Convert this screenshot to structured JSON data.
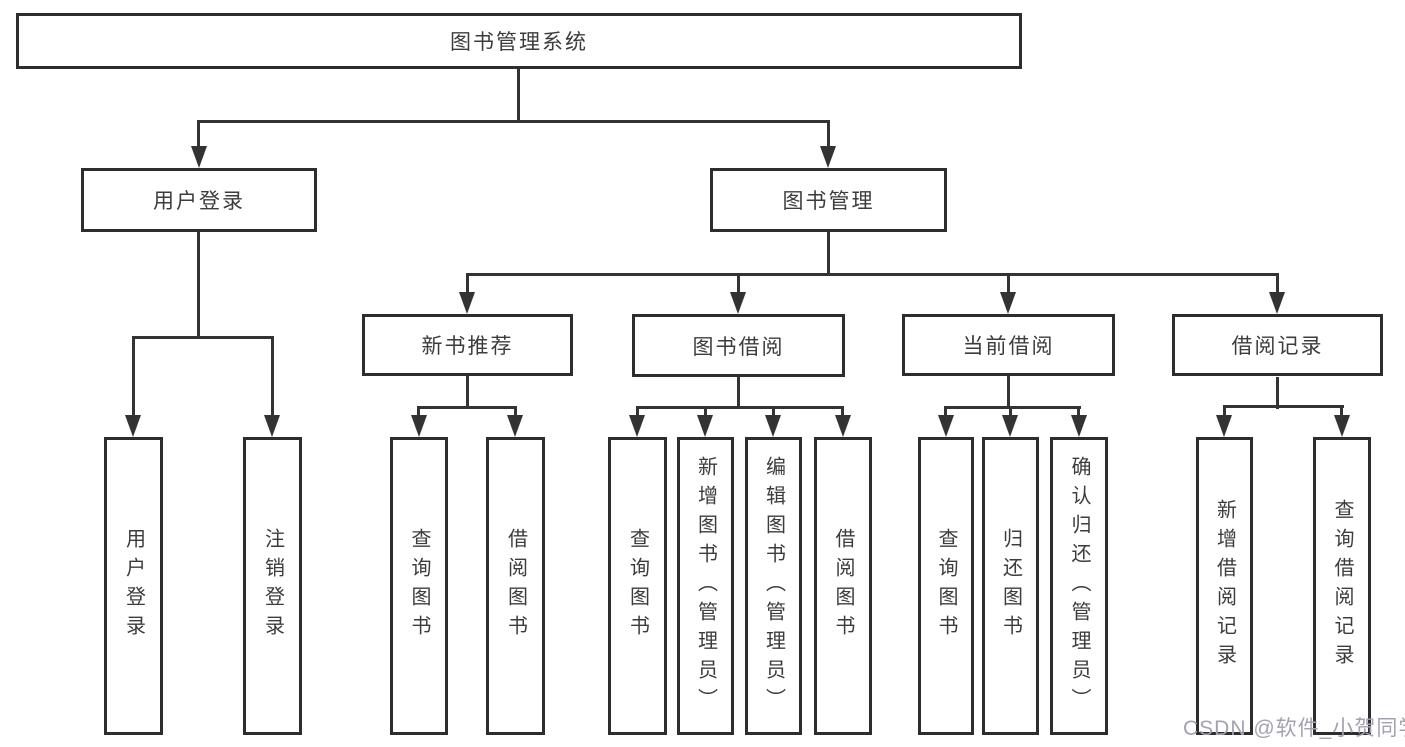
{
  "diagram": {
    "root": {
      "label": "图书管理系统"
    },
    "level2": [
      {
        "label": "用户登录"
      },
      {
        "label": "图书管理"
      }
    ],
    "level3": [
      {
        "label": "新书推荐"
      },
      {
        "label": "图书借阅"
      },
      {
        "label": "当前借阅"
      },
      {
        "label": "借阅记录"
      }
    ],
    "leaves": {
      "user_login": [
        "用户登录",
        "注销登录"
      ],
      "new_book": [
        "查询图书",
        "借阅图书"
      ],
      "book_borrow": [
        "查询图书",
        "新增图书（管理员）",
        "编辑图书（管理员）",
        "借阅图书"
      ],
      "current_borrow": [
        "查询图书",
        "归还图书",
        "确认归还（管理员）"
      ],
      "borrow_record": [
        "新增借阅记录",
        "查询借阅记录"
      ]
    }
  },
  "watermark": {
    "text": "CSDN @软件_小贺同学"
  },
  "colors": {
    "line": "#333333",
    "box_border": "#2d2d2d",
    "text": "#3c3c3c",
    "watermark": "#a2a2b2",
    "background": "#ffffff"
  }
}
